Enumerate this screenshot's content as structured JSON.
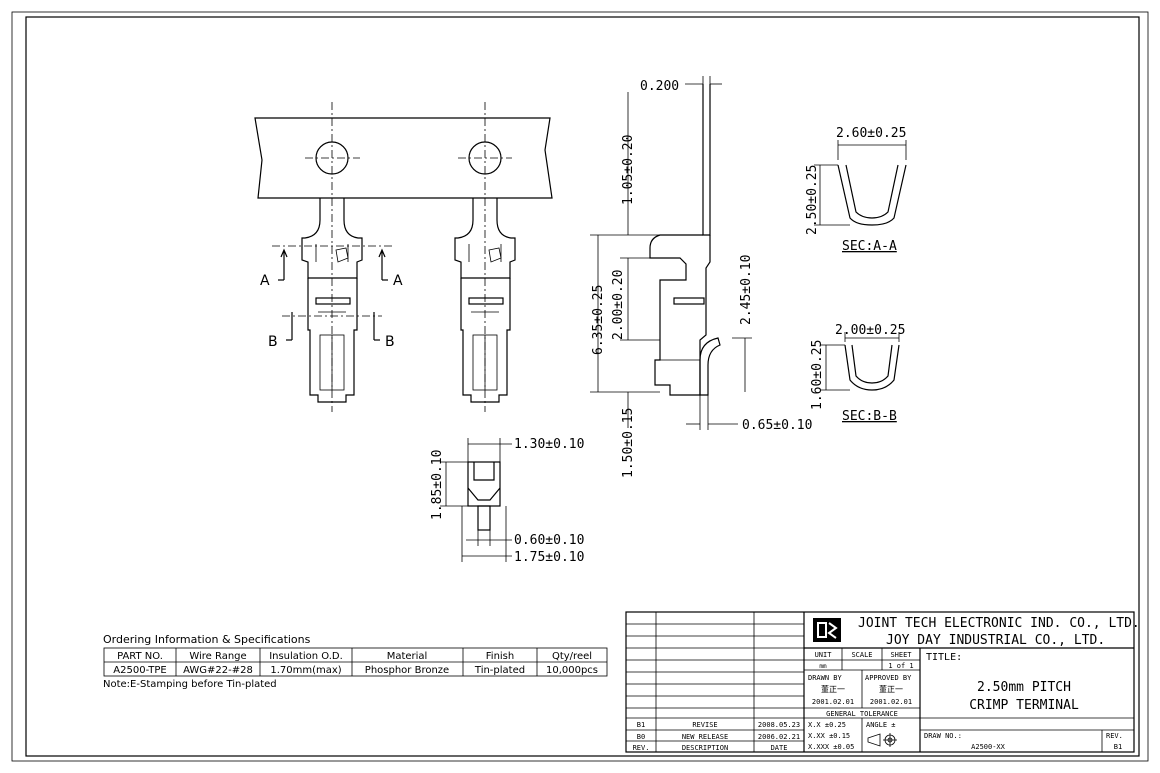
{
  "dimensions": {
    "d_0200": "0.200",
    "d_105": "1.05±0.20",
    "d_635": "6.35±0.25",
    "d_200v": "2.00±0.20",
    "d_150": "1.50±0.15",
    "d_245": "2.45±0.10",
    "d_065": "0.65±0.10",
    "d_260": "2.60±0.25",
    "d_250": "2.50±0.25",
    "d_200h": "2.00±0.25",
    "d_160": "1.60±0.25",
    "d_130": "1.30±0.10",
    "d_185": "1.85±0.10",
    "d_060": "0.60±0.10",
    "d_175": "1.75±0.10"
  },
  "section_labels": {
    "sec_aa": "SEC:A-A",
    "sec_bb": "SEC:B-B",
    "a": "A",
    "b": "B"
  },
  "ordering": {
    "heading": "Ordering Information & Specifications",
    "headers": [
      "PART NO.",
      "Wire Range",
      "Insulation O.D.",
      "Material",
      "Finish",
      "Qty/reel"
    ],
    "row": [
      "A2500-TPE",
      "AWG#22-#28",
      "1.70mm(max)",
      "Phosphor Bronze",
      "Tin-plated",
      "10,000pcs"
    ],
    "note": "Note:E-Stamping before Tin-plated"
  },
  "title_block": {
    "company1": "JOINT TECH ELECTRONIC IND. CO., LTD.",
    "company2": "JOY DAY INDUSTRIAL CO., LTD.",
    "title_label": "TITLE:",
    "title_line1": "2.50mm PITCH",
    "title_line2": "CRIMP TERMINAL",
    "unit_label": "UNIT",
    "unit_value": "mm",
    "scale_label": "SCALE",
    "sheet_label": "SHEET",
    "sheet_value": "1 of 1",
    "drawn_by_label": "DRAWN BY",
    "drawn_by_name": "董正一",
    "drawn_date": "2001.02.01",
    "approved_by_label": "APPROVED BY",
    "approved_by_name": "董正一",
    "approved_date": "2001.02.01",
    "tolerance_label": "GENERAL TOLERANCE",
    "tol1": "X.X ±0.25",
    "tol2": "X.XX ±0.15",
    "tol3": "X.XXX ±0.05",
    "angle_label": "ANGLE ±",
    "draw_no_label": "DRAW NO.:",
    "draw_no": "A2500-XX",
    "rev_label": "REV.",
    "rev_value": "B1",
    "revisions": [
      {
        "rev": "B1",
        "desc": "REVISE",
        "date": "2008.05.23"
      },
      {
        "rev": "B0",
        "desc": "NEW RELEASE",
        "date": "2006.02.21"
      }
    ],
    "rev_header": {
      "rev": "REV.",
      "desc": "DESCRIPTION",
      "date": "DATE"
    }
  }
}
